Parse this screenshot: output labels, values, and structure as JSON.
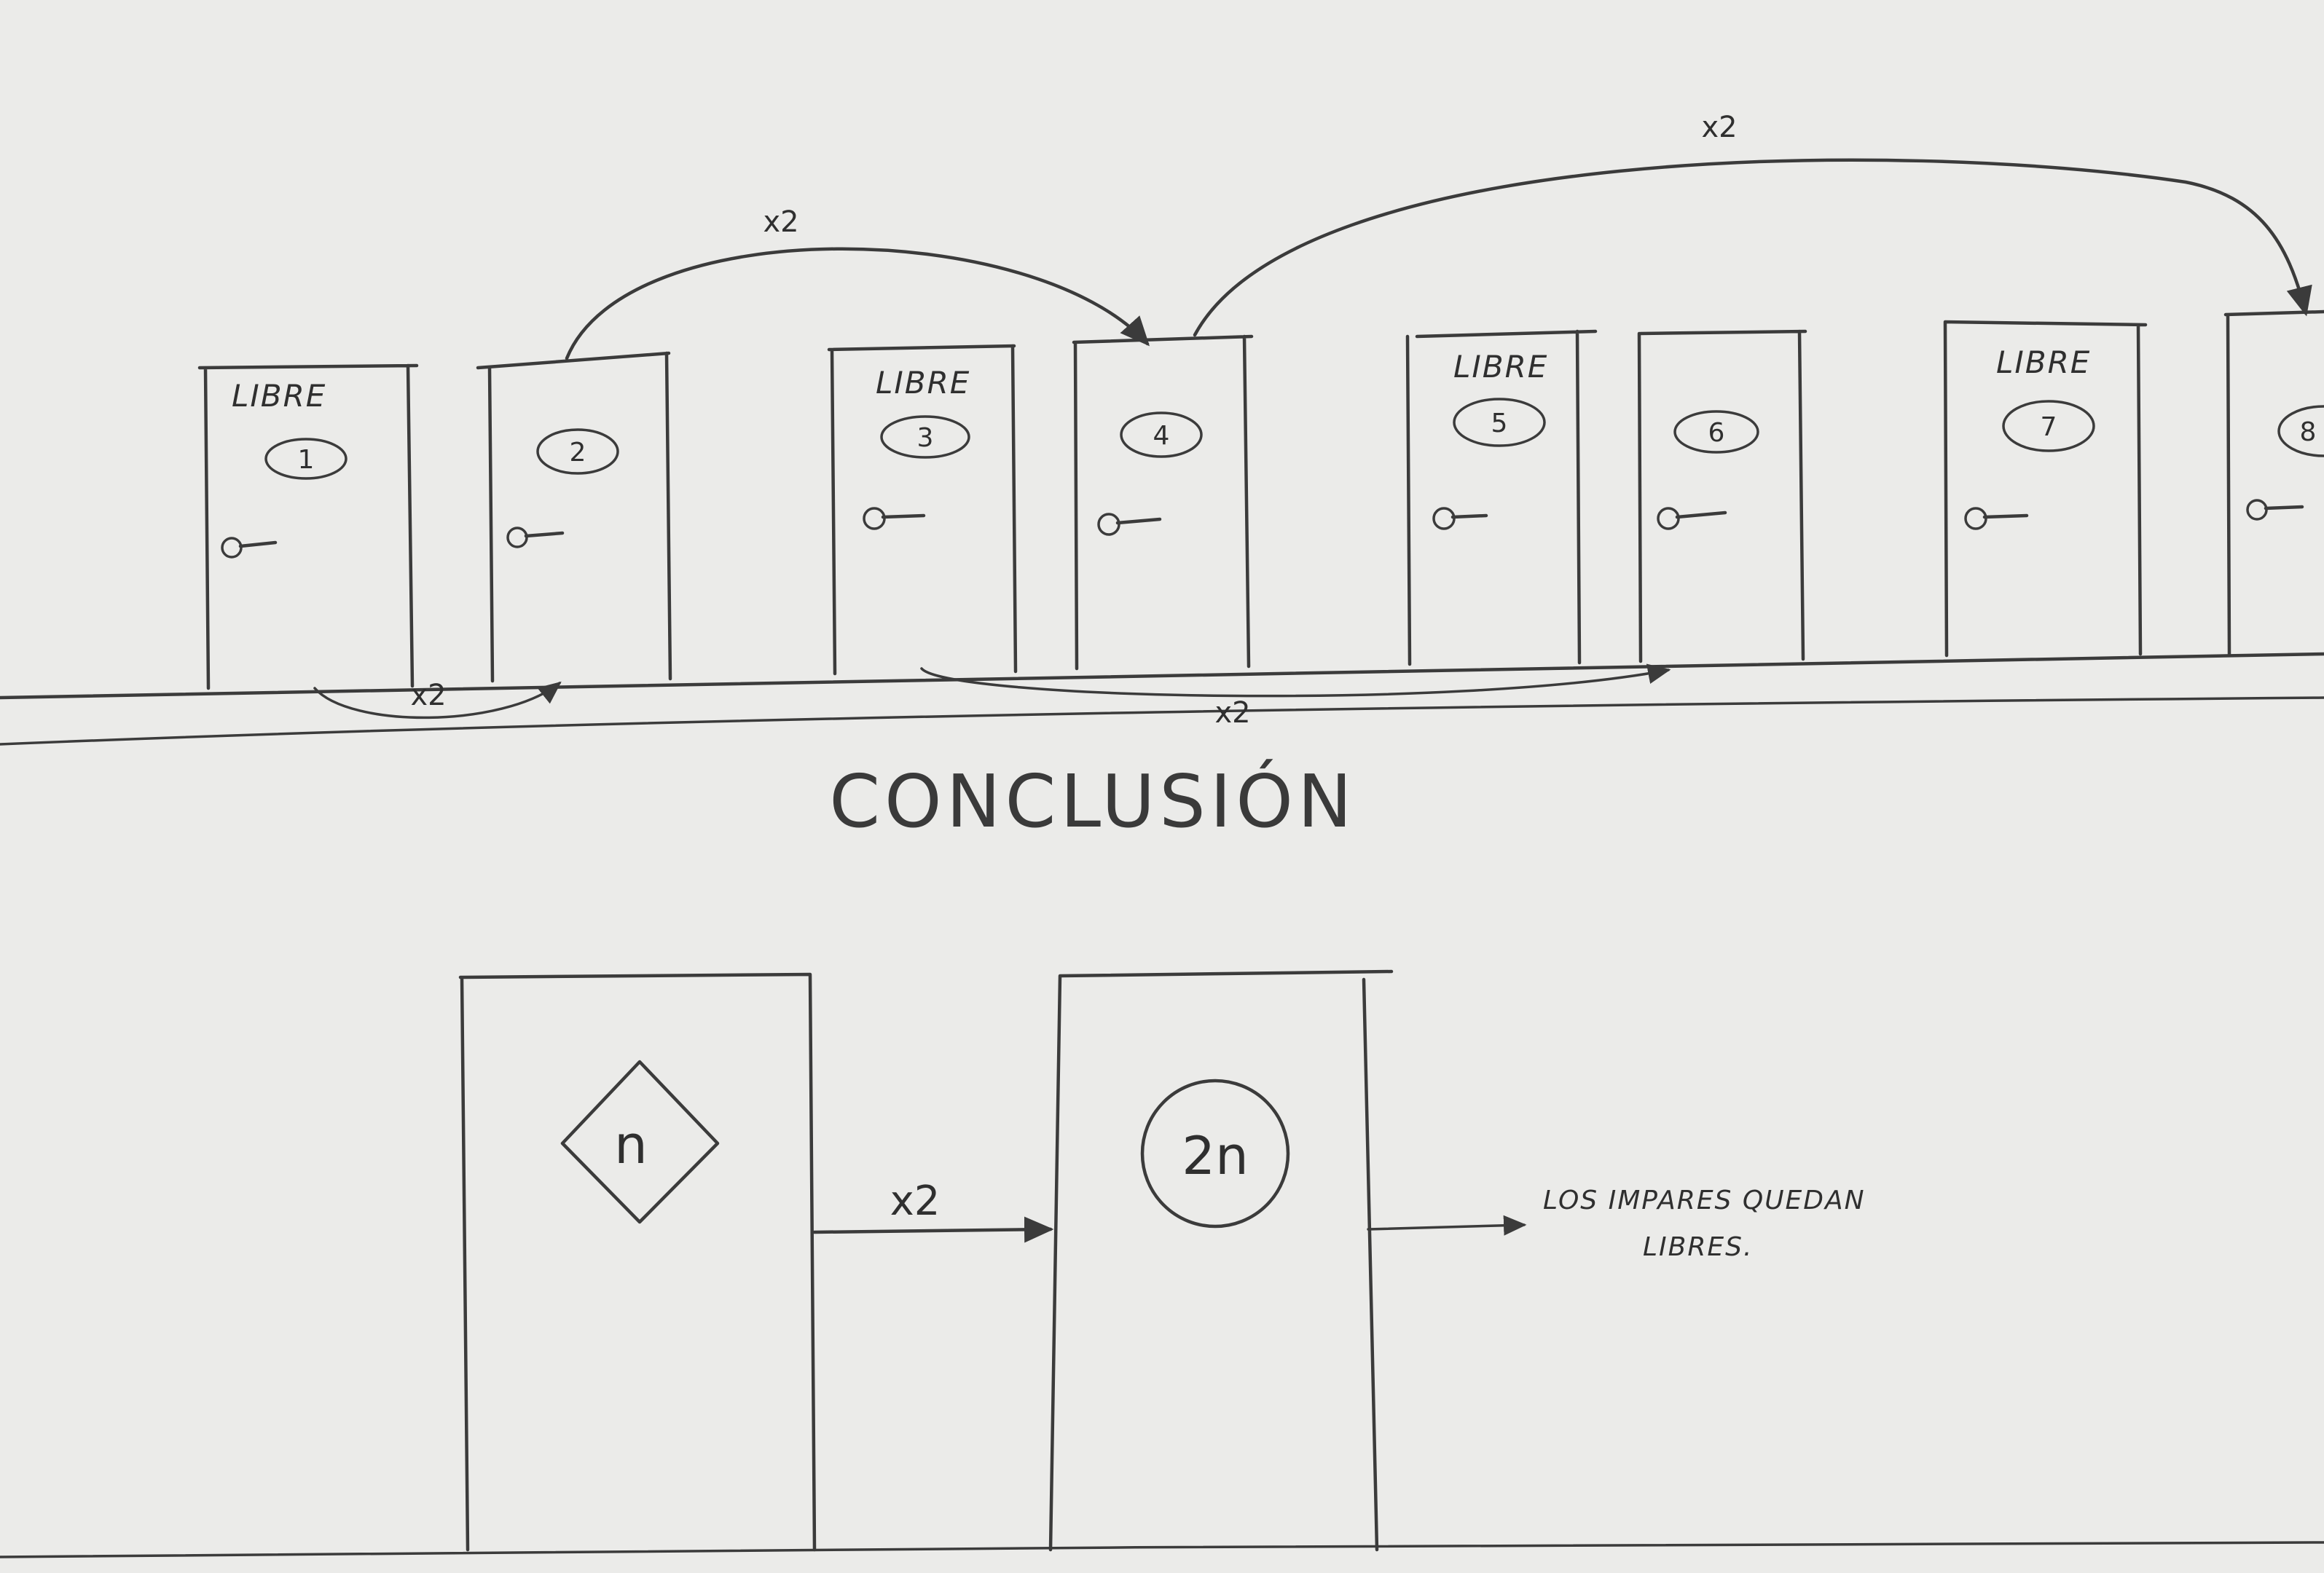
{
  "doors_row": {
    "libre_label": "LIBRE",
    "doors": [
      {
        "number": "1",
        "libre": true
      },
      {
        "number": "2",
        "libre": false
      },
      {
        "number": "3",
        "libre": true
      },
      {
        "number": "4",
        "libre": false
      },
      {
        "number": "5",
        "libre": true
      },
      {
        "number": "6",
        "libre": false
      },
      {
        "number": "7",
        "libre": true
      },
      {
        "number": "8",
        "libre": false
      }
    ],
    "arrows": [
      {
        "from": "2",
        "to": "4",
        "label": "x2"
      },
      {
        "from": "4",
        "to": "8",
        "label": "x2"
      },
      {
        "from": "1",
        "to": "2",
        "label": "x2"
      },
      {
        "from": "3",
        "to": "6",
        "label": "x2"
      }
    ]
  },
  "conclusion": {
    "title": "CONCLUSIÓN",
    "door_left_label": "n",
    "door_right_label": "2n",
    "arrow_label": "x2",
    "note_line1": "LOS IMPARES QUEDAN",
    "note_line2": "LIBRES."
  }
}
